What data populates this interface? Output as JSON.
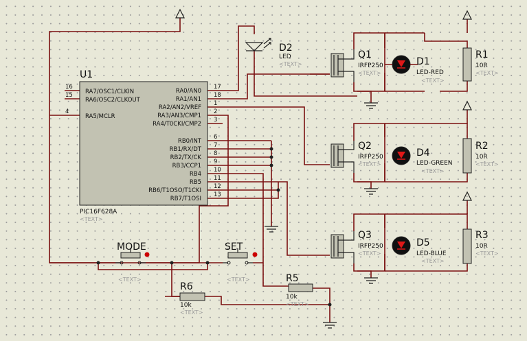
{
  "microcontroller": {
    "ref": "U1",
    "part": "PIC16F628A",
    "placeholder": "<TEXT>",
    "left_pins": [
      {
        "num": "16",
        "name": "RA7/OSC1/CLKIN"
      },
      {
        "num": "15",
        "name": "RA6/OSC2/CLKOUT"
      },
      {
        "num": "4",
        "name": "RA5/MCLR"
      }
    ],
    "right_pins": [
      {
        "num": "17",
        "name": "RA0/AN0"
      },
      {
        "num": "18",
        "name": "RA1/AN1"
      },
      {
        "num": "1",
        "name": "RA2/AN2/VREF"
      },
      {
        "num": "2",
        "name": "RA3/AN3/CMP1"
      },
      {
        "num": "3",
        "name": "RA4/T0CKI/CMP2"
      },
      {
        "num": "6",
        "name": "RB0/INT"
      },
      {
        "num": "7",
        "name": "RB1/RX/DT"
      },
      {
        "num": "8",
        "name": "RB2/TX/CK"
      },
      {
        "num": "9",
        "name": "RB3/CCP1"
      },
      {
        "num": "10",
        "name": "RB4"
      },
      {
        "num": "11",
        "name": "RB5"
      },
      {
        "num": "12",
        "name": "RB6/T1OSO/T1CKI"
      },
      {
        "num": "13",
        "name": "RB7/T1OSI"
      }
    ]
  },
  "indicator_led": {
    "ref": "D2",
    "value": "LED",
    "placeholder": "<TEXT>"
  },
  "mosfets": [
    {
      "ref": "Q1",
      "value": "IRFP250",
      "placeholder": "<TEXT>"
    },
    {
      "ref": "Q2",
      "value": "IRFP250",
      "placeholder": "<TEXT>"
    },
    {
      "ref": "Q3",
      "value": "IRFP250",
      "placeholder": "<TEXT>"
    }
  ],
  "leds": [
    {
      "ref": "D1",
      "value": "LED-RED",
      "placeholder": "<TEXT>",
      "color": "#e01818"
    },
    {
      "ref": "D4",
      "value": "LED-GREEN",
      "placeholder": "<TEXT>",
      "color": "#e01818"
    },
    {
      "ref": "D5",
      "value": "LED-BLUE",
      "placeholder": "<TEXT>",
      "color": "#e01818"
    }
  ],
  "load_resistors": [
    {
      "ref": "R1",
      "value": "10R",
      "placeholder": "<TEXT>"
    },
    {
      "ref": "R2",
      "value": "10R",
      "placeholder": "<TEXT>"
    },
    {
      "ref": "R3",
      "value": "10R",
      "placeholder": "<TEXT>"
    }
  ],
  "buttons": [
    {
      "label": "MODE",
      "placeholder": "<TEXT>"
    },
    {
      "label": "SET",
      "placeholder": "<TEXT>"
    }
  ],
  "pulldown_resistors": [
    {
      "ref": "R6",
      "value": "10k",
      "placeholder": "<TEXT>"
    },
    {
      "ref": "R5",
      "value": "10k",
      "placeholder": "<TEXT>"
    }
  ],
  "colors": {
    "wire": "#7a1010",
    "body": "#c2c2b2",
    "led_active": "#e01818",
    "background": "#e8e8d8"
  }
}
